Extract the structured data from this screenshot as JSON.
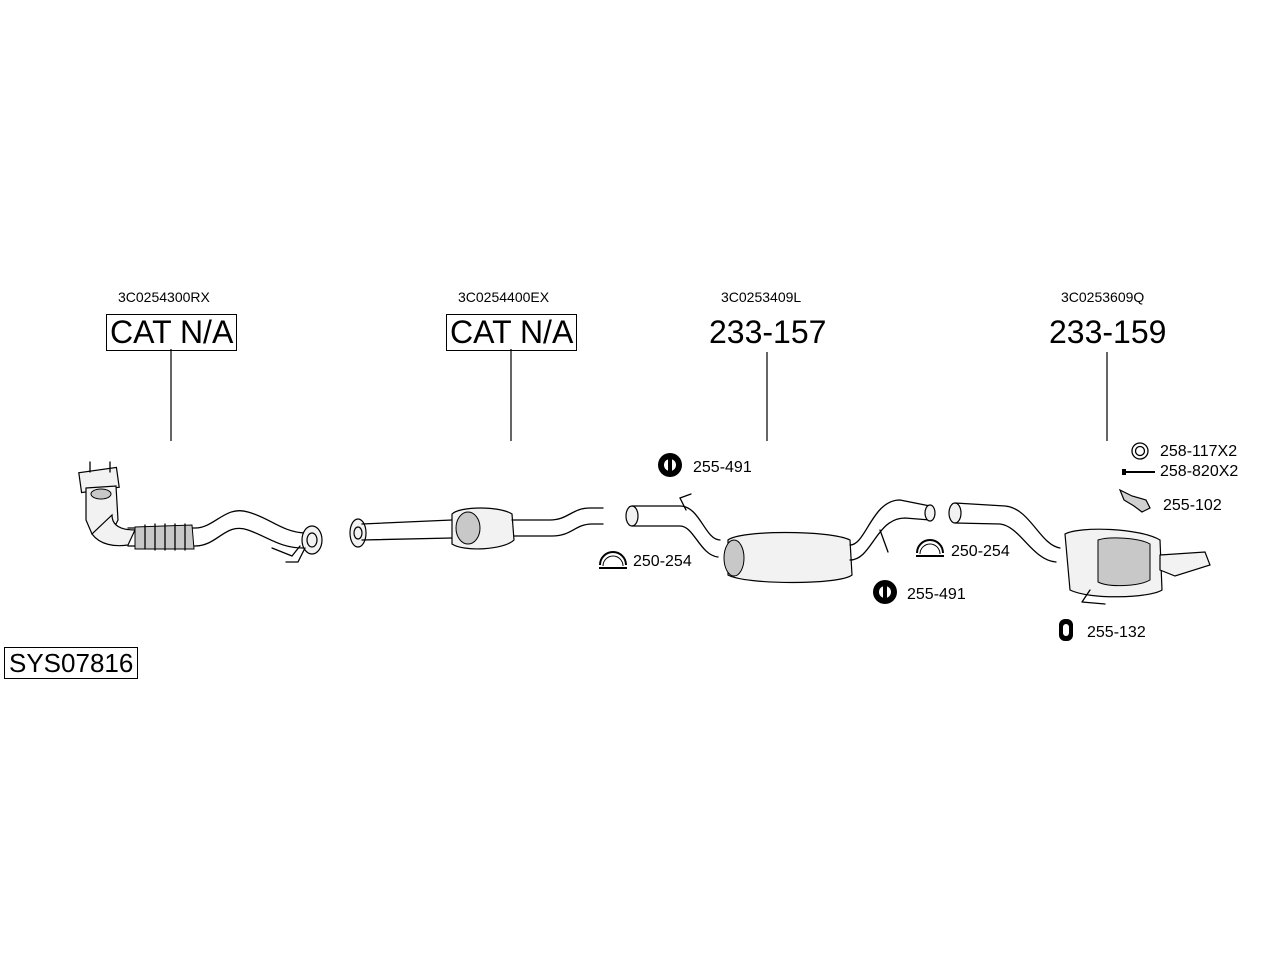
{
  "title": "SYS07816",
  "parts": [
    {
      "oem": "3C0254300RX",
      "ref": "CAT N/A"
    },
    {
      "oem": "3C0254400EX",
      "ref": "CAT N/A"
    },
    {
      "oem": "3C0253409L",
      "ref": "233-157"
    },
    {
      "oem": "3C0253609Q",
      "ref": "233-159"
    }
  ],
  "accessories": {
    "hanger_mid_top": "255-491",
    "clamp_left": "250-254",
    "hanger_mid_bottom": "255-491",
    "clamp_right": "250-254",
    "ring": "258-117X2",
    "bolt": "258-820X2",
    "bracket": "255-102",
    "hanger_rear": "255-132"
  }
}
